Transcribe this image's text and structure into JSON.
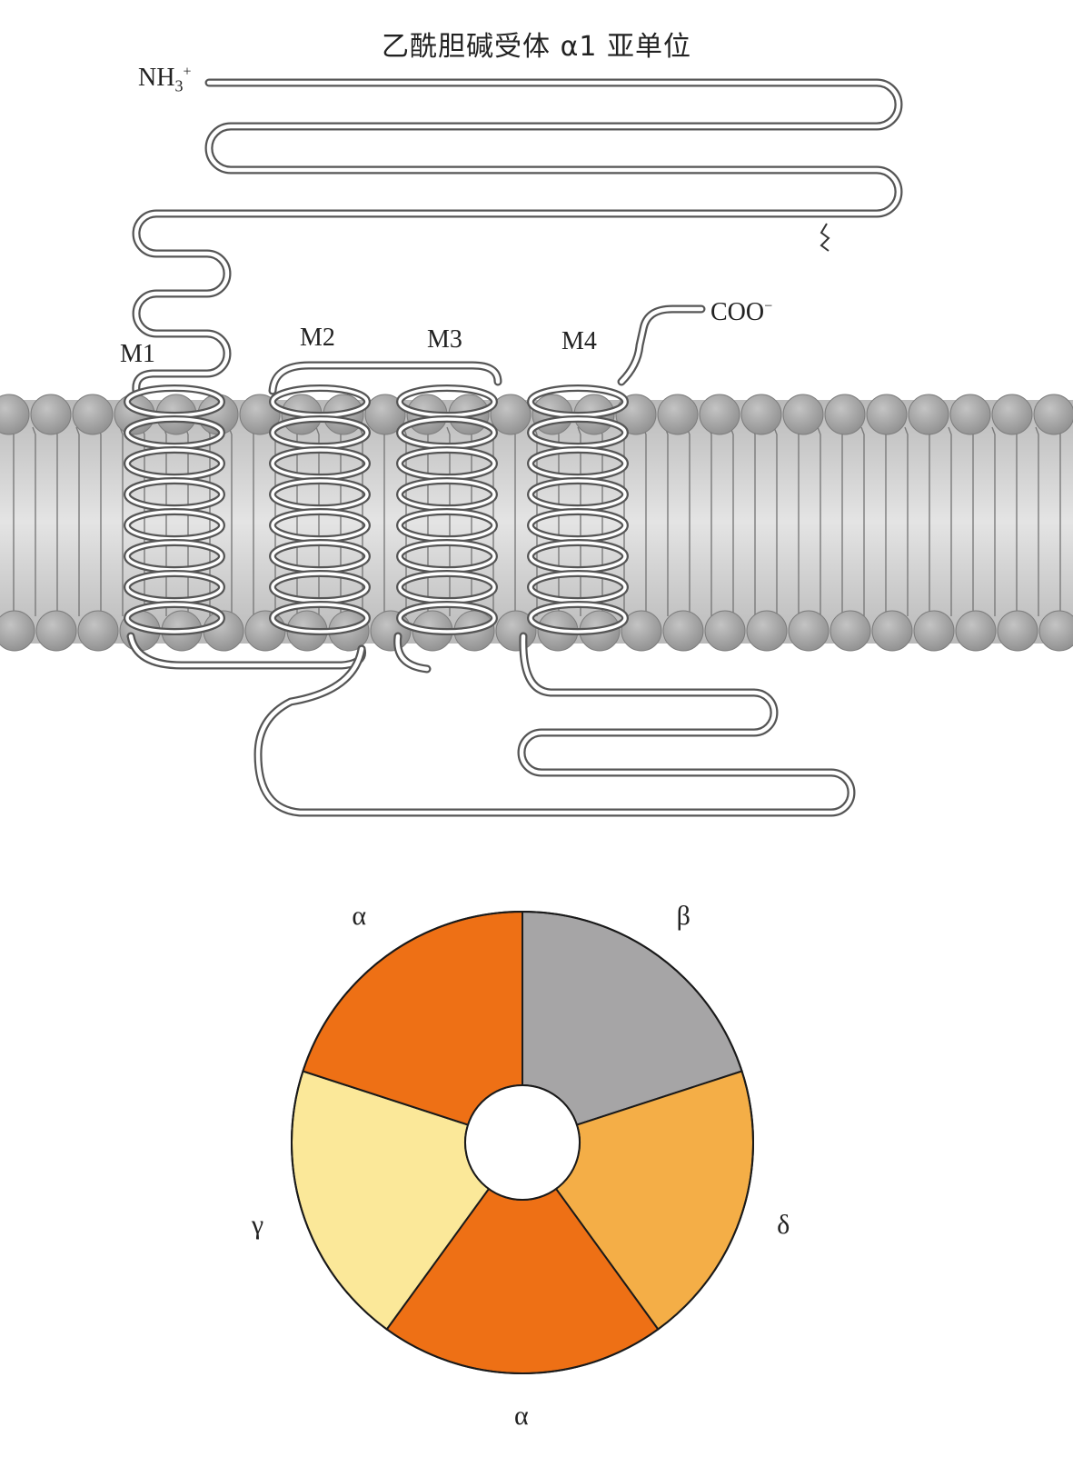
{
  "diagram": {
    "title": "乙酰胆碱受体 α1 亚单位",
    "n_terminus": {
      "base": "NH",
      "sub": "3",
      "sup": "+"
    },
    "c_terminus": {
      "base": "COO",
      "sup": "−"
    },
    "transmembrane_segments": [
      "M1",
      "M2",
      "M3",
      "M4"
    ],
    "colors": {
      "membrane": "#cfcfcf",
      "lipid_head": "#9c9c9c",
      "chain": "#555555"
    }
  },
  "subunit_ring": {
    "subunits": [
      {
        "label": "β",
        "color": "#a6a5a6"
      },
      {
        "label": "δ",
        "color": "#f4ae47"
      },
      {
        "label": "α",
        "color": "#ee7015"
      },
      {
        "label": "γ",
        "color": "#fbe899"
      },
      {
        "label": "α",
        "color": "#ee7015"
      }
    ]
  }
}
